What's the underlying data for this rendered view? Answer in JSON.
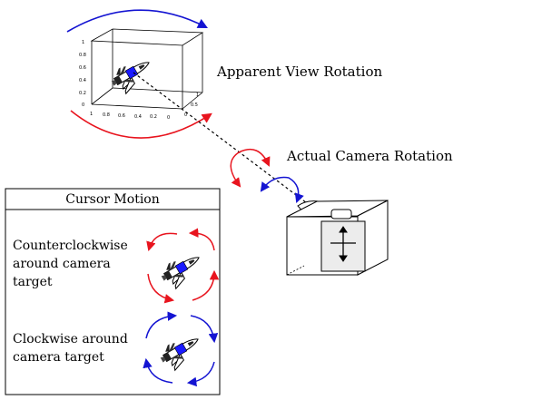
{
  "labels": {
    "apparent_view_rotation": "Apparent View Rotation",
    "actual_camera_rotation": "Actual Camera Rotation"
  },
  "cursor_motion": {
    "title": "Cursor Motion",
    "counterclockwise_lines": [
      "Counterclockwise",
      "around camera",
      "target"
    ],
    "clockwise_lines": [
      "Clockwise around",
      "camera target"
    ]
  },
  "plot_ticks": {
    "z": [
      "1",
      "0.8",
      "0.6",
      "0.4",
      "0.2",
      "0"
    ],
    "x": [
      "1",
      "0.8",
      "0.6",
      "0.4",
      "0.2",
      "0"
    ],
    "y": [
      "0",
      "0.5",
      "1"
    ]
  },
  "colors": {
    "red_arrow": "#e8141e",
    "blue_arrow": "#1414d2",
    "shuttle_marker": "#1a1aff",
    "outline": "#000000"
  },
  "icons": {
    "shuttle": "space-shuttle-icon",
    "camera": "camera-icon"
  }
}
